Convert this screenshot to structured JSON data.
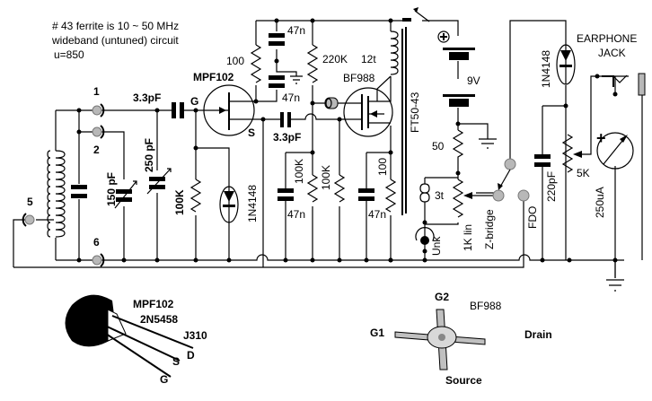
{
  "notes": {
    "line1": "# 43 ferrite is 10 ~ 50 MHz",
    "line2": "wideband (untuned) circuit",
    "line3": "u=850"
  },
  "terminals": {
    "t1": "1",
    "t2": "2",
    "t5": "5",
    "t6": "6"
  },
  "components": {
    "c_tune_150": "150 pF",
    "c_tune_250": "250 pF",
    "c_in": "3.3pF",
    "gate": "G",
    "source": "S",
    "jfet": "MPF102",
    "r_gate": "100K",
    "d_gate": "1N4148",
    "r_drain": "100",
    "c_top1": "47n",
    "c_top2": "47n",
    "r_220k": "220K",
    "c_couple": "3.3pF",
    "mosfet": "BF988",
    "coil_12t": "12t",
    "r_100k_a": "100K",
    "r_100k_b": "100K",
    "c_47n_a": "47n",
    "r_100": "100",
    "c_47n_b": "47n",
    "ferrite": "FT50-43",
    "battery": "9V",
    "r_50": "50",
    "coil_3t": "3t",
    "unk": "Unk",
    "pot_1k": "1K lin",
    "zbridge": "Z-bridge",
    "fdo": "FDO",
    "c_220p": "220pF",
    "d_det": "1N4148",
    "pot_5k": "5K",
    "meter": "250uA",
    "meter_plus": "+",
    "jack": "EARPHONE",
    "jack2": "JACK"
  },
  "pinout_jfet": {
    "n1": "MPF102",
    "n2": "2N5458",
    "n3": "J310",
    "s": "S",
    "d": "D",
    "g": "G"
  },
  "pinout_mosfet": {
    "g2": "G2",
    "name": "BF988",
    "g1": "G1",
    "drain": "Drain",
    "source": "Source"
  }
}
